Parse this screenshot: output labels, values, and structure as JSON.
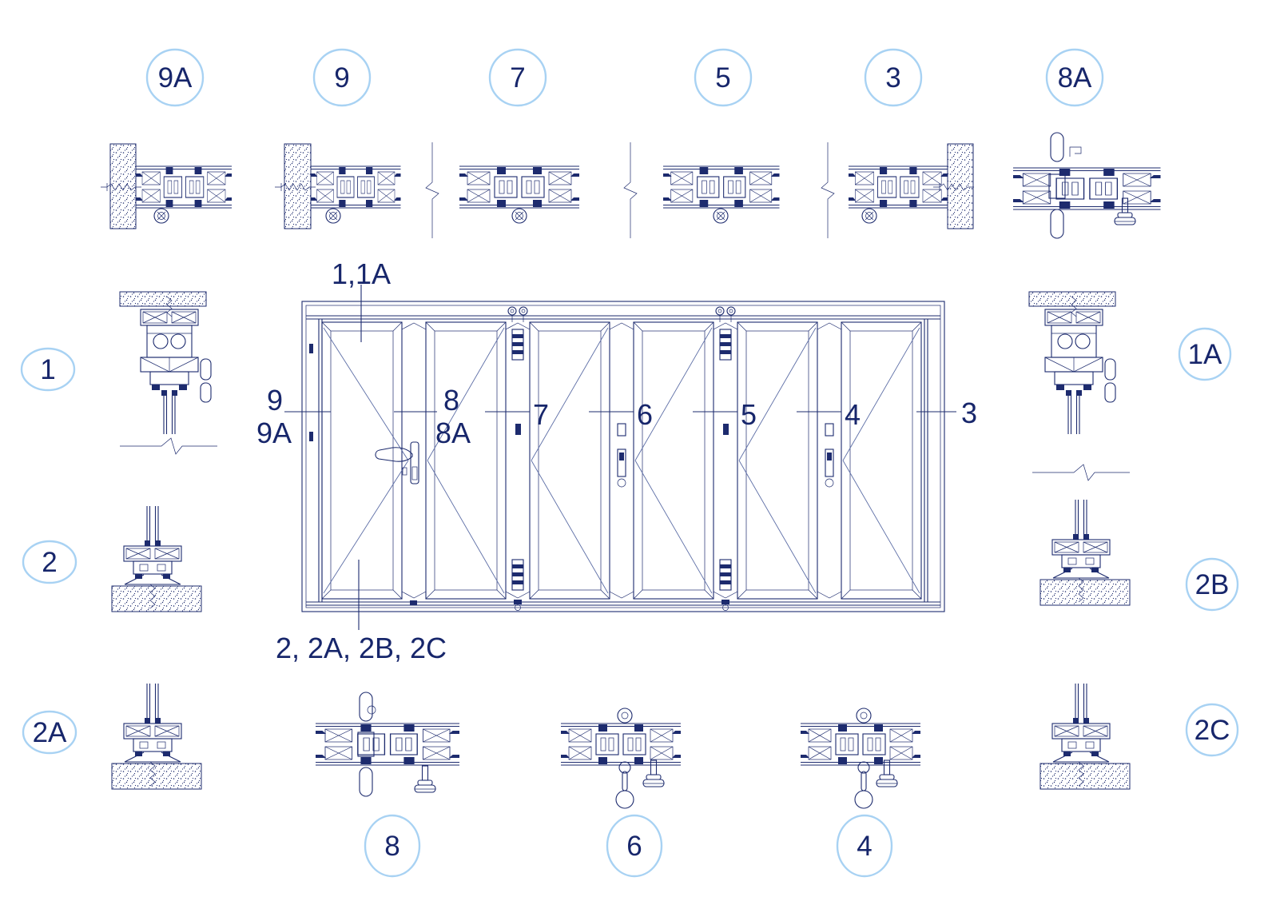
{
  "drawing": {
    "type": "bi-fold door elevation with section detail callouts",
    "panel_count": 6
  },
  "colors": {
    "background": "#ffffff",
    "line": "#1d2b6e",
    "diagonal_line": "#5d6ea6",
    "callout_ring": "#a8d2f3",
    "label_text": "#17266b"
  },
  "callouts": {
    "top": [
      "9A",
      "9",
      "7",
      "5",
      "3",
      "8A"
    ],
    "left": [
      "1",
      "2",
      "2A"
    ],
    "right": [
      "1A",
      "2B",
      "2C"
    ],
    "bottom": [
      "8",
      "6",
      "4"
    ]
  },
  "elevation": {
    "head_label": "1,1A",
    "sill_label": "2, 2A, 2B, 2C",
    "jamb_left_labels": [
      "9",
      "9A"
    ],
    "stile_1_labels": [
      "8",
      "8A"
    ],
    "mullion_labels": [
      "7",
      "6",
      "5",
      "4"
    ],
    "jamb_right_label": "3"
  }
}
